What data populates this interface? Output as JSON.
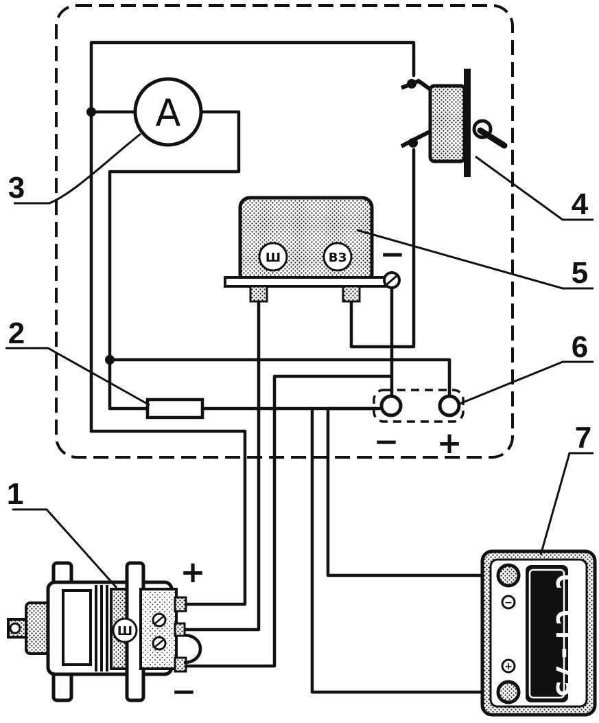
{
  "labels": {
    "callout_1": "1",
    "callout_2": "2",
    "callout_3": "3",
    "callout_4": "4",
    "callout_5": "5",
    "callout_6": "6",
    "callout_7": "7"
  },
  "ammeter": {
    "letter": "A"
  },
  "regulator": {
    "terminal_field": "Ш",
    "terminal_battery": "ВЗ"
  },
  "generator": {
    "terminal_field": "Ш",
    "plus_sign": "+",
    "minus_sign": "−"
  },
  "socket": {
    "minus_sign": "−",
    "plus_sign": "+"
  },
  "regulator_minus": "−",
  "battery": {
    "label": "С СТ-75",
    "minus_sign": "−",
    "plus_sign": "+"
  }
}
